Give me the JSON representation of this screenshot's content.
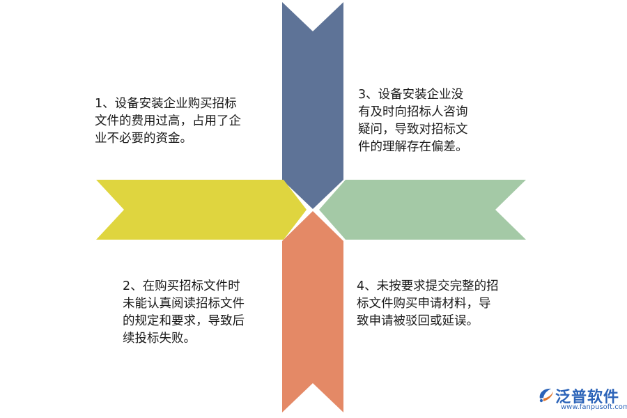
{
  "items": [
    {
      "id": 1,
      "text": "1、设备安装企业购买招标\n文件的费用过高，占用了企\n业不必要的资金。"
    },
    {
      "id": 2,
      "text": "2、在购买招标文件时\n未能认真阅读招标文件\n的规定和要求，导致后\n续投标失败。"
    },
    {
      "id": 3,
      "text": "3、设备安装企业没\n有及时向招标人咨询\n疑问，导致对招标文\n件的理解存在偏差。"
    },
    {
      "id": 4,
      "text": "4、未按要求提交完整的招\n标文件购买申请材料，导\n致申请被驳回或延误。"
    }
  ],
  "arrows": {
    "top": {
      "color": "#5e7397"
    },
    "left": {
      "color": "#dfd53f"
    },
    "right": {
      "color": "#a4c9a6"
    },
    "bottom": {
      "color": "#e48966"
    }
  },
  "logo": {
    "name": "泛普软件",
    "url": "www.fanpusoft.com",
    "icon": "leaf-swirl-icon",
    "color": "#2b63b8"
  }
}
